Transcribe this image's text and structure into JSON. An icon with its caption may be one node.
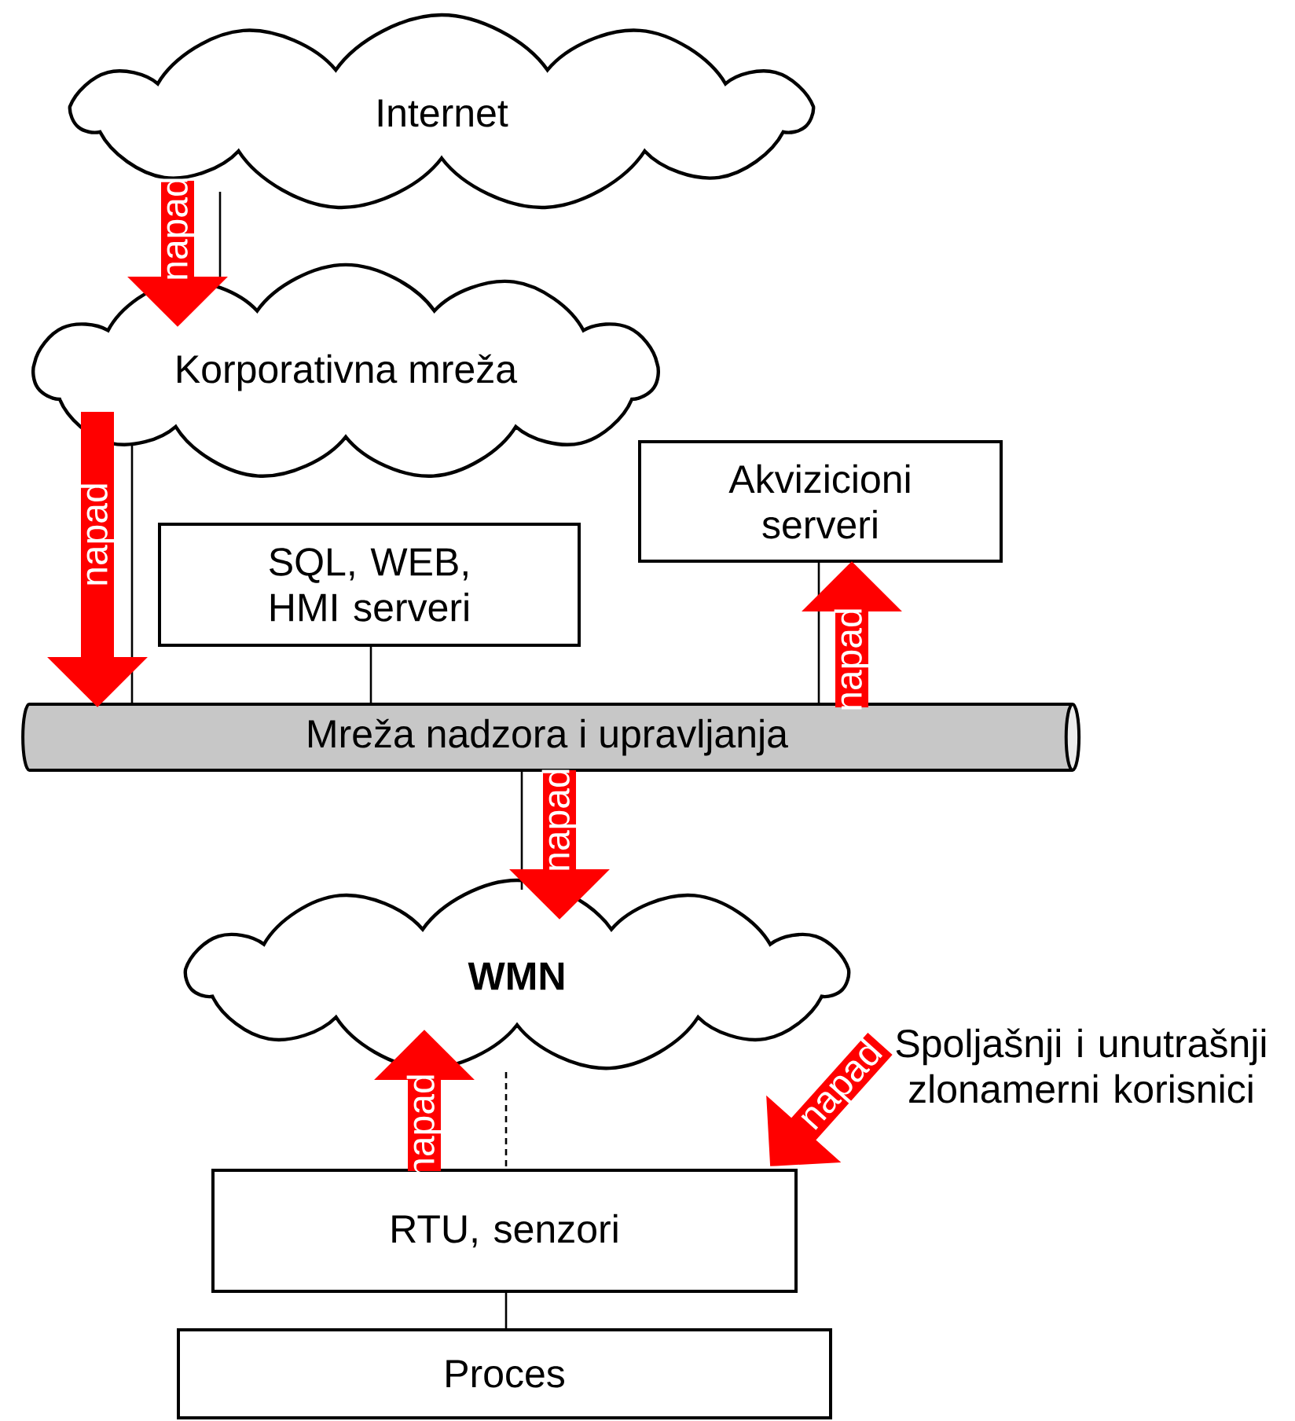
{
  "diagram": {
    "nodes": [
      {
        "text": [
          "Internet"
        ]
      },
      {
        "text": [
          "Korporativna mreža"
        ]
      },
      {
        "text": [
          "SQL, WEB, HMI serveri"
        ]
      },
      {
        "text": [
          "Akvizicioni serveri"
        ]
      },
      {
        "text": [
          "Mreža nadzora i upravljanja"
        ]
      },
      {
        "text": [
          "WMN"
        ]
      },
      {
        "text": [
          "Spoljašnji i unutrašnji zlonamerni korisnici"
        ]
      },
      {
        "text": [
          "RTU, senzori"
        ]
      },
      {
        "text": [
          "Proces"
        ]
      }
    ],
    "edges": [
      {
        "from": 0,
        "to": 1,
        "arrow": "none"
      },
      {
        "from": 0,
        "to": 1,
        "arrow": "to",
        "label": "napad",
        "style": "thick",
        "color": "#ff0000"
      },
      {
        "from": 1,
        "to": 4,
        "arrow": "none"
      },
      {
        "from": 1,
        "to": 4,
        "arrow": "to",
        "label": "napad",
        "style": "thick",
        "color": "#ff0000"
      },
      {
        "from": 2,
        "to": 4,
        "arrow": "none"
      },
      {
        "from": 3,
        "to": 4,
        "arrow": "none"
      },
      {
        "from": 4,
        "to": 3,
        "arrow": "to",
        "label": "napad",
        "style": "thick",
        "color": "#ff0000"
      },
      {
        "from": 4,
        "to": 5,
        "arrow": "none"
      },
      {
        "from": 4,
        "to": 5,
        "arrow": "to",
        "label": "napad",
        "style": "thick",
        "color": "#ff0000"
      },
      {
        "from": 5,
        "to": 7,
        "arrow": "none",
        "style": "dashed"
      },
      {
        "from": 7,
        "to": 5,
        "arrow": "to",
        "label": "napad",
        "style": "thick",
        "color": "#ff0000"
      },
      {
        "from": 6,
        "to": 7,
        "arrow": "to",
        "label": "napad",
        "style": "thick",
        "color": "#ff0000"
      },
      {
        "from": 7,
        "to": 8,
        "arrow": "none"
      }
    ]
  }
}
